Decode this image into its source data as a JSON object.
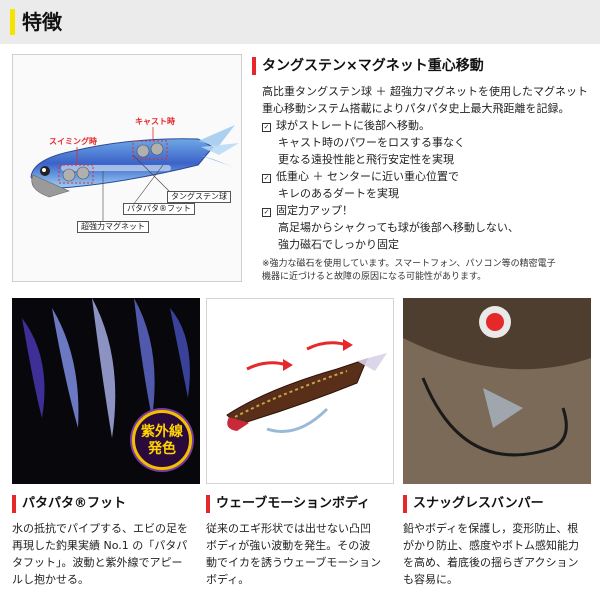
{
  "header": {
    "title": "特徴"
  },
  "figure": {
    "labels": {
      "cast": "キャスト時",
      "swim": "スイミング時",
      "tungsten": "タングステン球",
      "foot": "パタパタ®フット",
      "magnet": "超強力マグネット"
    }
  },
  "feature": {
    "title": "タングステン×マグネット重心移動",
    "intro": [
      "高比重タングステン球 ＋ 超強力マグネットを使用したマグネット",
      "重心移動システム搭載によりパタパタ史上最大飛距離を記録。"
    ],
    "points": [
      {
        "title": "球がストレートに後部へ移動。",
        "lines": [
          "キャスト時のパワーをロスする事なく",
          "更なる遠投性能と飛行安定性を実現"
        ]
      },
      {
        "title": "低重心 ＋ センターに近い重心位置で",
        "lines": [
          "キレのあるダートを実現"
        ]
      },
      {
        "title": "固定力アップ！",
        "lines": [
          "高足場からシャクっても球が後部へ移動しない、",
          "強力磁石でしっかり固定"
        ]
      }
    ],
    "check_mark": "✓",
    "note": [
      "※強力な磁石を使用しています。スマートフォン、パソコン等の精密電子",
      "機器に近づけると故障の原因になる可能性があります。"
    ]
  },
  "panels": {
    "uv_badge": [
      "紫外線",
      "発色"
    ]
  },
  "subfeatures": [
    {
      "title": "パタパタ®フット",
      "lines": [
        "水の抵抗でパイプする、エビの足を",
        "再現した釣果実績 No.1 の「パタパ",
        "タフット」。波動と紫外線でアピー",
        "ルし抱かせる。"
      ]
    },
    {
      "title": "ウェーブモーションボディ",
      "lines": [
        "従来のエギ形状では出せない凸凹",
        "ボディが強い波動を発生。その波",
        "動でイカを誘うウェーブモーション",
        "ボディ。"
      ]
    },
    {
      "title": "スナッグレスバンパー",
      "lines": [
        "鉛やボディを保護し，変形防止、根",
        "がかり防止、感度やボトム感知能力",
        "を高め、着底後の揺らぎアクション",
        "も容易に。"
      ]
    }
  ],
  "colors": {
    "accent_red": "#e5282a",
    "header_yellow": "#f5e400",
    "header_bg": "#ebebeb",
    "badge_yellow": "#ffd400"
  }
}
